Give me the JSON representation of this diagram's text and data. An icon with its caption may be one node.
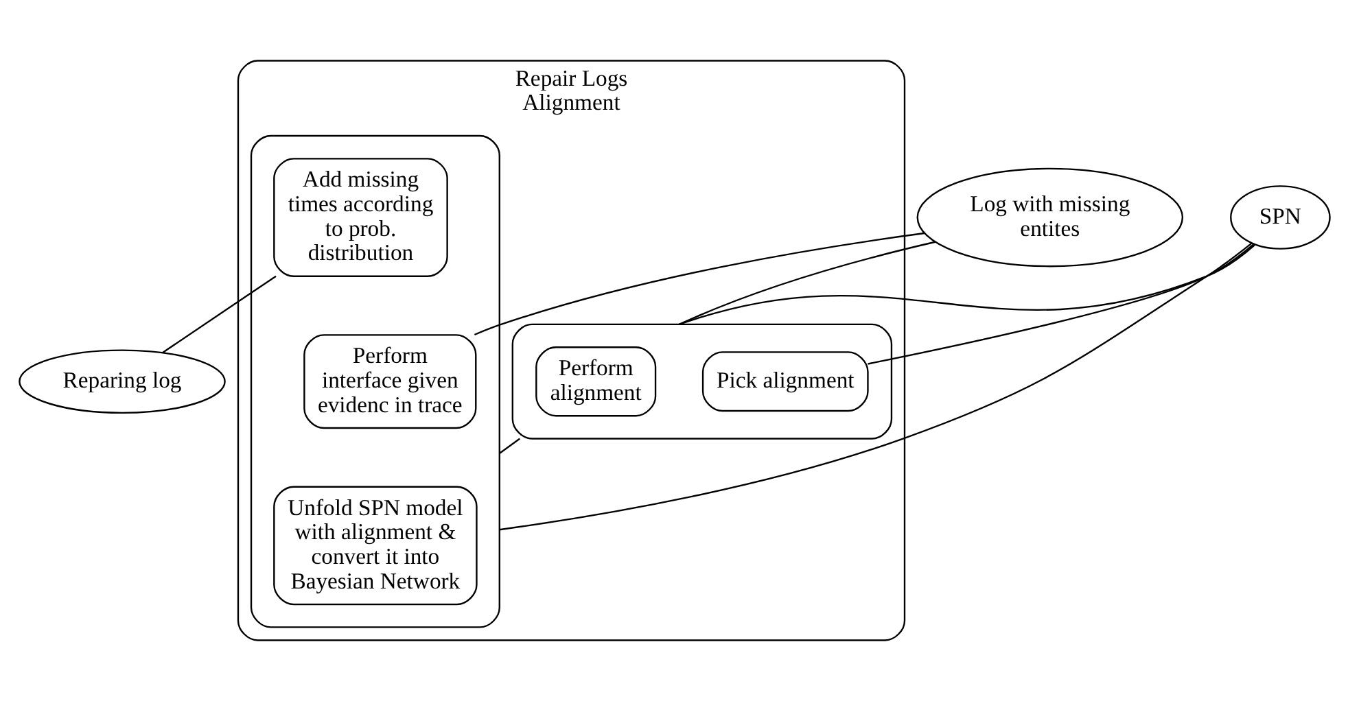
{
  "diagram": {
    "nodes": [
      {
        "text": [
          "Repair Logs Alignment"
        ]
      },
      {
        "text": [
          "Log with missing entites"
        ]
      },
      {
        "text": [
          "SPN"
        ]
      },
      {
        "text": [],
        "shape": "box",
        "in": 0
      },
      {
        "text": [
          "Perform alignment"
        ],
        "in": 3
      },
      {
        "text": [
          "Pick alignment"
        ],
        "in": 3
      },
      {
        "text": [],
        "shape": "box",
        "in": 0
      },
      {
        "text": [
          "Unfold SPN model with alignment & convert it into Bayesian Network"
        ],
        "in": 6
      },
      {
        "text": [
          "Perform interface given evidenc in trace"
        ],
        "in": 6
      },
      {
        "text": [
          "Add missing times according to prob. distribution"
        ],
        "in": 6
      },
      {
        "text": [
          "Reparing log"
        ]
      }
    ],
    "edges": [
      {
        "from": 1,
        "to": 3,
        "arrow": "none"
      },
      {
        "from": 2,
        "to": 3,
        "arrow": "none"
      },
      {
        "from": 2,
        "to": 5,
        "arrow": "none"
      },
      {
        "from": 2,
        "to": 6,
        "arrow": "none"
      },
      {
        "from": 3,
        "to": 6,
        "arrow": "none"
      },
      {
        "from": 1,
        "to": 8,
        "arrow": "none"
      },
      {
        "from": 9,
        "to": 10,
        "arrow": "none"
      }
    ]
  }
}
